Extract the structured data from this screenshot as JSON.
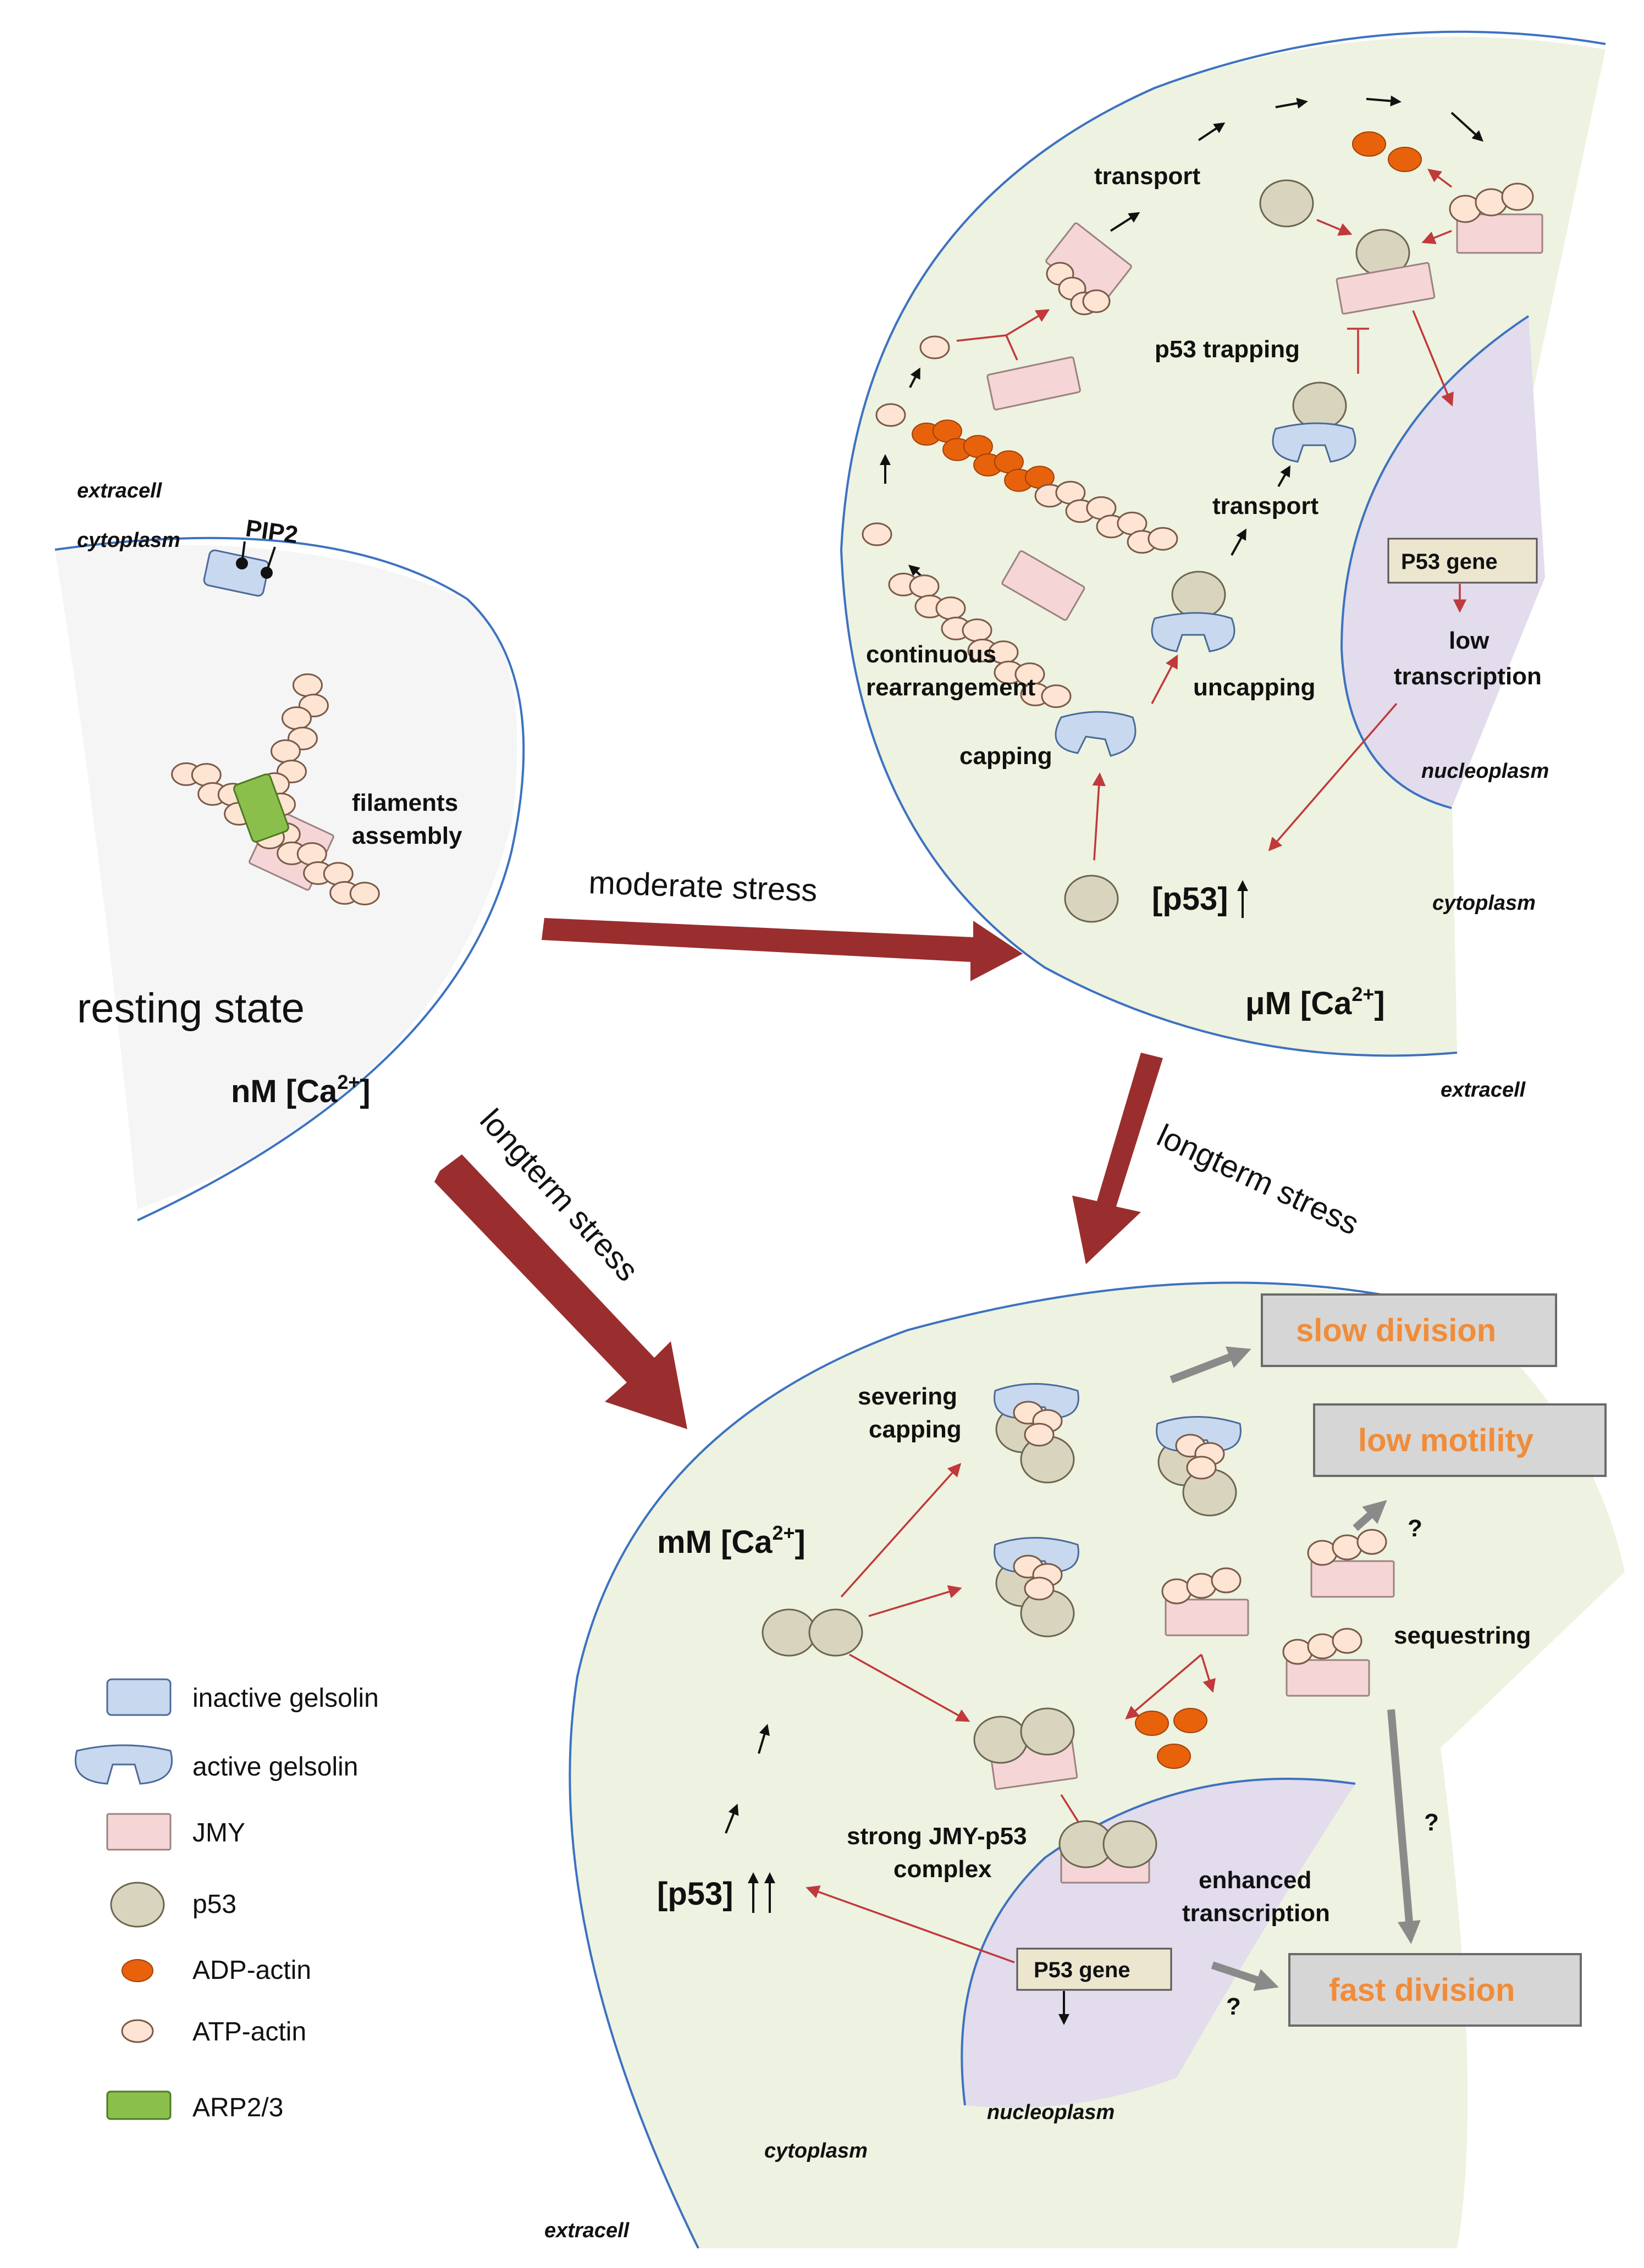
{
  "resting": {
    "extracell": "extracell",
    "cytoplasm": "cytoplasm",
    "pip2": "PIP2",
    "filaments1": "filaments",
    "filaments2": "assembly",
    "title": "resting state",
    "conc": "nM [Ca",
    "conc_sup": "2+",
    "conc_end": "]"
  },
  "moderate": {
    "transport_top": "transport",
    "p53_trapping": "p53 trapping",
    "transport_mid": "transport",
    "continuous1": "continuous",
    "continuous2": "rearrangement",
    "capping": "capping",
    "uncapping": "uncapping",
    "gene": "P53 gene",
    "low1": "low",
    "low2": "transcription",
    "nucleoplasm": "nucleoplasm",
    "p53_level": "[p53]",
    "cytoplasm": "cytoplasm",
    "conc": "μM [Ca",
    "conc_sup": "2+",
    "conc_end": "]",
    "extracell": "extracell"
  },
  "arrows": {
    "moderate": "moderate stress",
    "longterm_left": "longterm stress",
    "longterm_right": "longterm stress"
  },
  "longterm": {
    "severing1": "severing",
    "severing2": "capping",
    "conc": "mM [Ca",
    "conc_sup": "2+",
    "conc_end": "]",
    "sequestring": "sequestring",
    "strong1": "strong JMY-p53",
    "strong2": "complex",
    "enhanced1": "enhanced",
    "enhanced2": "transcription",
    "p53_level": "[p53]",
    "gene": "P53 gene",
    "nucleoplasm": "nucleoplasm",
    "cytoplasm": "cytoplasm",
    "extracell": "extracell",
    "q1": "?",
    "q2": "?",
    "q3": "?"
  },
  "outcomes": {
    "slow": "slow division",
    "low": "low motility",
    "fast": "fast division"
  },
  "legend": {
    "inactive_gelsolin": "inactive gelsolin",
    "active_gelsolin": "active gelsolin",
    "jmy": "JMY",
    "p53": "p53",
    "adp": "ADP-actin",
    "atp": "ATP-actin",
    "arp": "ARP2/3"
  },
  "colors": {
    "cell_fill": "#eef2e0",
    "resting_fill": "#f5f5f5",
    "nucleus_fill": "#e2dced",
    "membrane": "#3d72c0",
    "stress_arrow": "#9a2e2e",
    "outcome_text": "#f08c3a",
    "outcome_box": "#d6d6d6"
  }
}
